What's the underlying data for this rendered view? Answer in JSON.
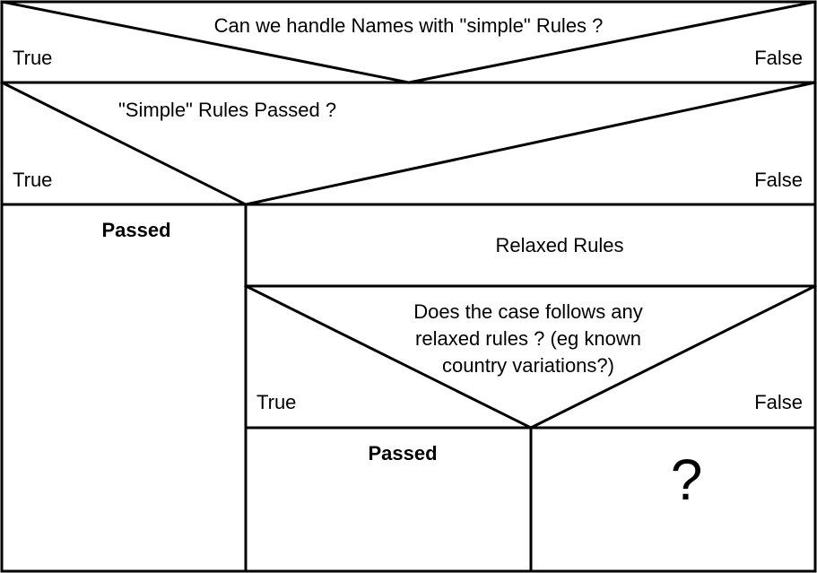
{
  "diagram": {
    "q1": {
      "question": "Can we handle Names with \"simple\" Rules ?",
      "true_label": "True",
      "false_label": "False"
    },
    "q2": {
      "question": "\"Simple\" Rules Passed ?",
      "true_label": "True",
      "false_label": "False"
    },
    "left_result": "Passed",
    "relaxed_header": "Relaxed Rules",
    "q3": {
      "question_lines": [
        "Does the case follows any",
        "relaxed rules ? (eg known",
        "country variations?)"
      ],
      "true_label": "True",
      "false_label": "False"
    },
    "bottom_left_result": "Passed",
    "bottom_right_result": "?"
  }
}
